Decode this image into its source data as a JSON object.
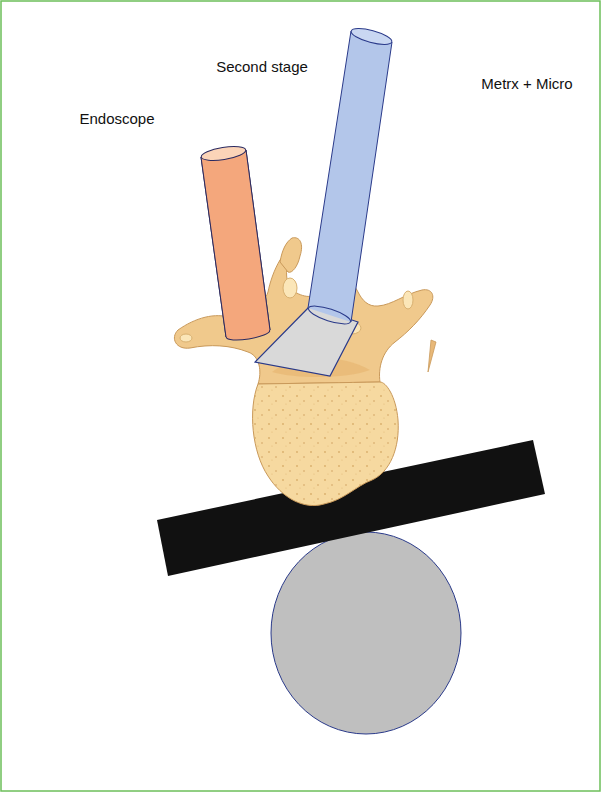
{
  "diagram": {
    "title": "Second stage",
    "labels": [
      "Endoscope",
      "Metrx + Micro"
    ]
  }
}
